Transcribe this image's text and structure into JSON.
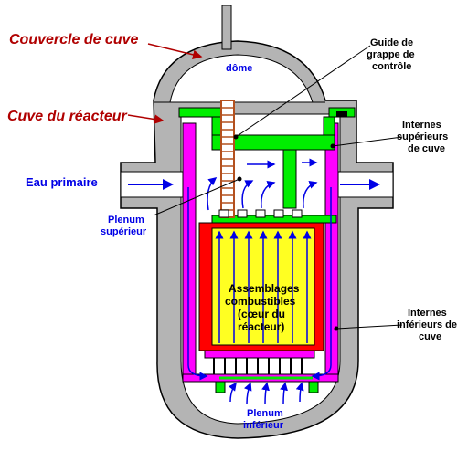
{
  "labels": {
    "couvercle": "Couvercle de cuve",
    "cuve": "Cuve du réacteur",
    "eau": "Eau primaire",
    "dome": "dôme",
    "guide_l1": "Guide de",
    "guide_l2": "grappe de",
    "guide_l3": "contrôle",
    "internes_sup_l1": "Internes",
    "internes_sup_l2": "supérieurs",
    "internes_sup_l3": "de cuve",
    "plenum_sup_l1": "Plenum",
    "plenum_sup_l2": "supérieur",
    "assemblages_l1": "Assemblages",
    "assemblages_l2": "combustibles",
    "assemblages_l3": "(cœur du",
    "assemblages_l4": "réacteur)",
    "internes_inf_l1": "Internes",
    "internes_inf_l2": "inférieurs de",
    "internes_inf_l3": "cuve",
    "plenum_inf_l1": "Plenum",
    "plenum_inf_l2": "inférieur"
  },
  "colors": {
    "vessel": "#b4b4b4",
    "dark_red": "#b00000",
    "blue": "#0000e6",
    "magenta": "#ff00ff",
    "green": "#00ee00",
    "yellow": "#ffff22",
    "red": "#ff0000",
    "brown": "#b4501e"
  }
}
